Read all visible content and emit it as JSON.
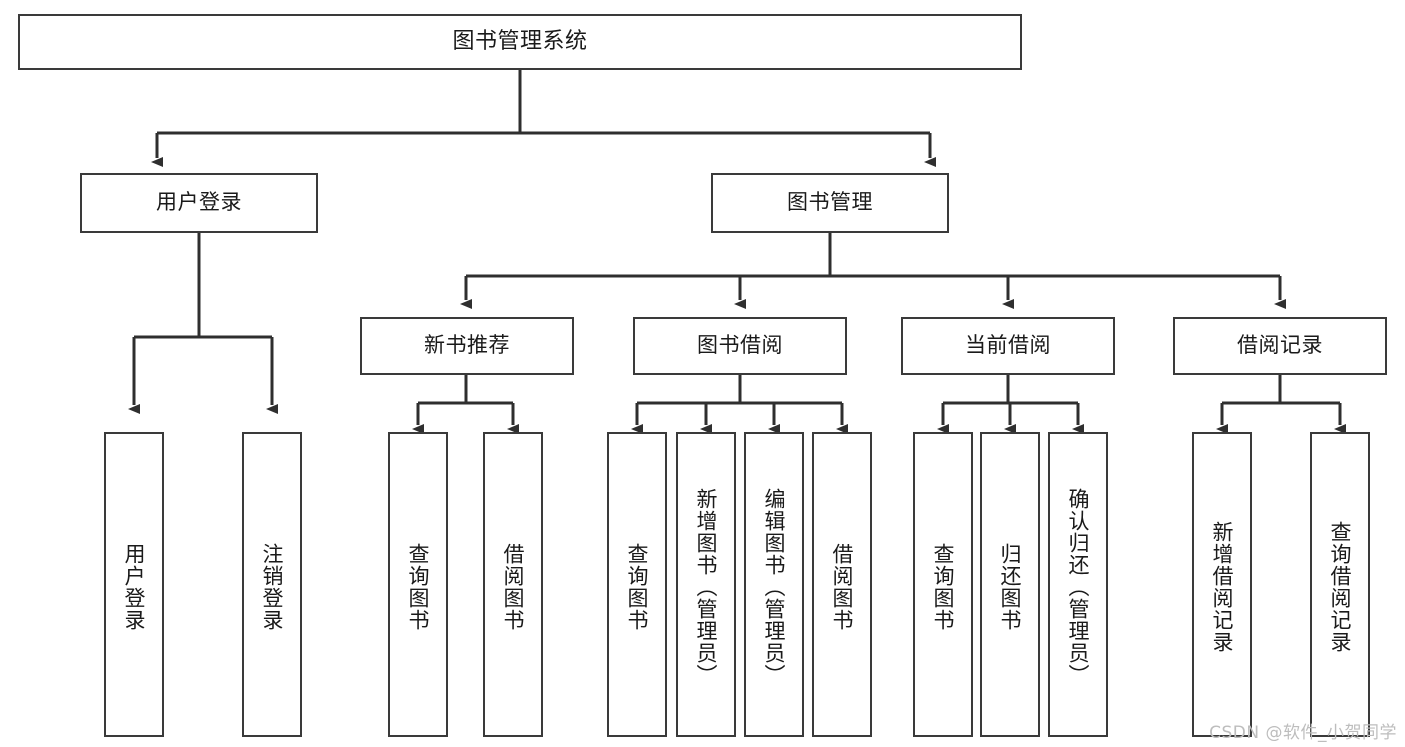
{
  "diagram": {
    "title": "图书管理系统",
    "type": "tree-hierarchy",
    "stroke_color": "#3a3a3a",
    "background_color": "#ffffff",
    "text_color": "#1a1a1a",
    "root": {
      "label": "图书管理系统"
    },
    "level2": [
      {
        "label": "用户登录"
      },
      {
        "label": "图书管理"
      }
    ],
    "level3": [
      {
        "label": "新书推荐"
      },
      {
        "label": "图书借阅"
      },
      {
        "label": "当前借阅"
      },
      {
        "label": "借阅记录"
      }
    ],
    "leaves": {
      "user_login": [
        {
          "label": "用户登录"
        },
        {
          "label": "注销登录"
        }
      ],
      "new_book_recommend": [
        {
          "label": "查询图书"
        },
        {
          "label": "借阅图书"
        }
      ],
      "book_borrow": [
        {
          "label": "查询图书"
        },
        {
          "label": "新增图书（管理员）"
        },
        {
          "label": "编辑图书（管理员）"
        },
        {
          "label": "借阅图书"
        }
      ],
      "current_borrow": [
        {
          "label": "查询图书"
        },
        {
          "label": "归还图书"
        },
        {
          "label": "确认归还（管理员）"
        }
      ],
      "borrow_record": [
        {
          "label": "新增借阅记录"
        },
        {
          "label": "查询借阅记录"
        }
      ]
    }
  },
  "watermark": {
    "text": "CSDN @软件_小贺同学"
  }
}
